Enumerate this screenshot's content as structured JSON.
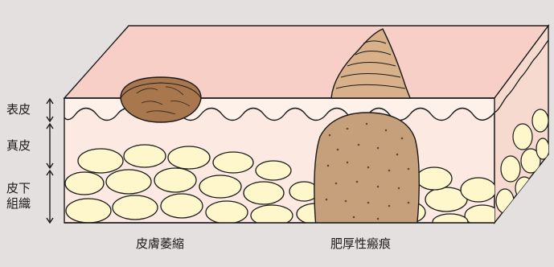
{
  "layers": {
    "epidermis": "表皮",
    "dermis": "真皮",
    "subcutis_line1": "皮下",
    "subcutis_line2": "組織"
  },
  "captions": {
    "left": "皮膚萎縮",
    "right": "肥厚性瘢痕"
  },
  "colors": {
    "background": "#e4e0df",
    "skin_surface": "#f7cfc6",
    "dermis": "#fbe9e2",
    "epidermis_band": "#fdf1ea",
    "fat_cells": "#fff7cc",
    "atrophy": "#a8774e",
    "keloid": "#c5a07a",
    "outline": "#1a1a1a"
  },
  "icons": {
    "measure_arrows": "double-arrow-icon"
  }
}
